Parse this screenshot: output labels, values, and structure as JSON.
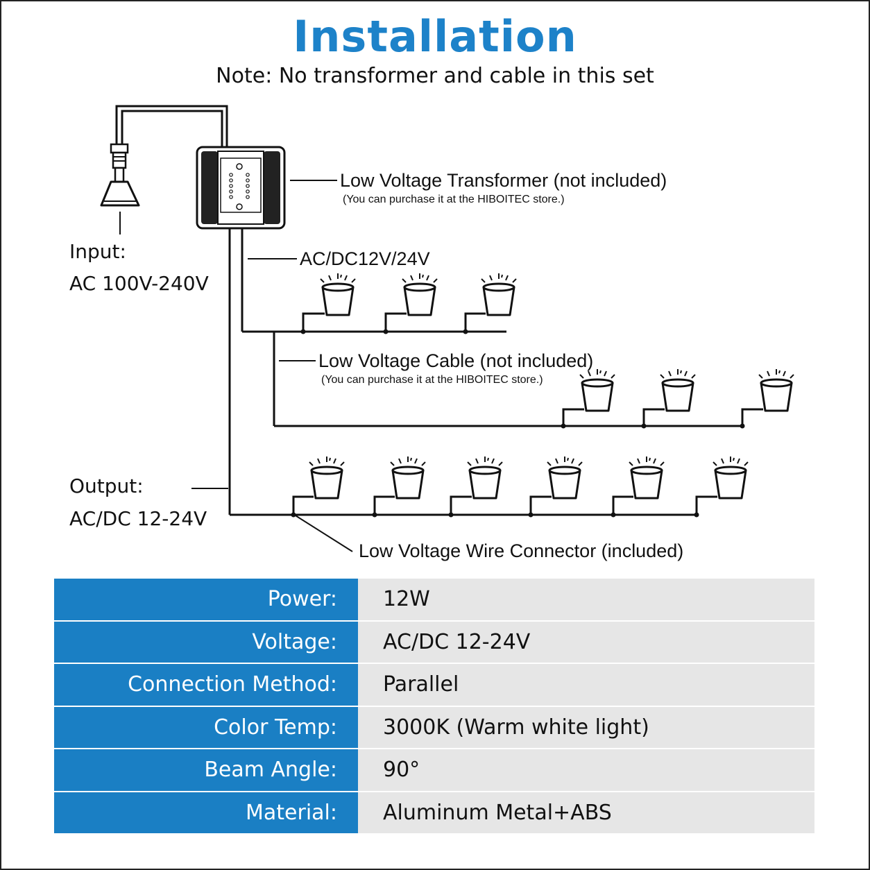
{
  "header": {
    "title": "Installation",
    "note": "Note: No transformer and cable in this set"
  },
  "diagram": {
    "transformer_label": "Low Voltage Transformer (not included)",
    "transformer_sub": "(You can purchase it at the HIBOITEC store.)",
    "acdc_label": "AC/DC12V/24V",
    "cable_label": "Low Voltage Cable (not included)",
    "cable_sub": "(You can purchase it at the HIBOITEC store.)",
    "connector_label": "Low Voltage Wire Connector (included)",
    "input_line1": "Input:",
    "input_line2": "AC 100V-240V",
    "output_line1": "Output:",
    "output_line2": "AC/DC 12-24V"
  },
  "specs": [
    {
      "key": "Power:",
      "value": "12W"
    },
    {
      "key": "Voltage:",
      "value": "AC/DC 12-24V"
    },
    {
      "key": "Connection Method:",
      "value": "Parallel"
    },
    {
      "key": "Color Temp:",
      "value": "3000K (Warm white light)"
    },
    {
      "key": "Beam Angle:",
      "value": "90°"
    },
    {
      "key": "Material:",
      "value": "Aluminum Metal+ABS"
    }
  ],
  "colors": {
    "accent": "#1d82c9",
    "table_key_bg": "#1a7fc4",
    "table_val_bg": "#e6e6e6"
  }
}
